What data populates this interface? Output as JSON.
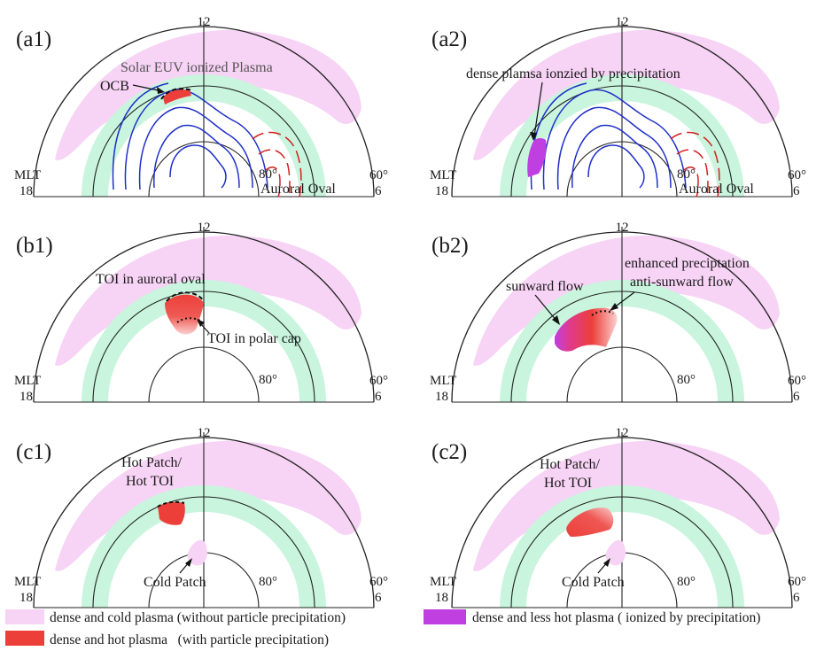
{
  "panels": [
    {
      "id": "a1",
      "label": "(a1)"
    },
    {
      "id": "a2",
      "label": "(a2)"
    },
    {
      "id": "b1",
      "label": "(b1)"
    },
    {
      "id": "b2",
      "label": "(b2)"
    },
    {
      "id": "c1",
      "label": "(c1)"
    },
    {
      "id": "c2",
      "label": "(c2)"
    }
  ],
  "axis": {
    "noon": "12",
    "dusk_mlt": "MLT",
    "dusk": "18",
    "dawn": "6",
    "lat_outer": "60°",
    "lat_inner": "80°"
  },
  "annotations": {
    "a1": {
      "euv": "Solar EUV ionized Plasma",
      "ocb": "OCB",
      "oval": "Auroral Oval"
    },
    "a2": {
      "precip": "dense plamsa ionzied by precipitation",
      "oval": "Auroral Oval"
    },
    "b1": {
      "toi_oval": "TOI in auroral oval",
      "toi_cap": "TOI in polar cap"
    },
    "b2": {
      "enhanced": "enhanced preciptation",
      "anti": "anti-sunward flow",
      "sunward": "sunward flow"
    },
    "c1": {
      "hot1": "Hot Patch/",
      "hot2": "Hot TOI",
      "cold": "Cold Patch"
    },
    "c2": {
      "hot1": "Hot Patch/",
      "hot2": "Hot TOI",
      "cold": "Cold Patch"
    }
  },
  "legend": [
    {
      "label": "dense and cold plasma (without particle precipitation)",
      "color": "#f7d3f5"
    },
    {
      "label": "dense and less hot plasma ( ionized by precipitation)",
      "color": "#c03fe0"
    },
    {
      "label": "dense and hot plasma   (with particle precipitation)",
      "color": "#ec3f3a"
    }
  ],
  "colors": {
    "cold_plasma": "#f7d3f5",
    "oval": "#c9f5de",
    "hot": "#ec3f3a",
    "less_hot": "#c03fe0",
    "convection": "#1f2fc8",
    "dawn_cells": "#d22020"
  }
}
